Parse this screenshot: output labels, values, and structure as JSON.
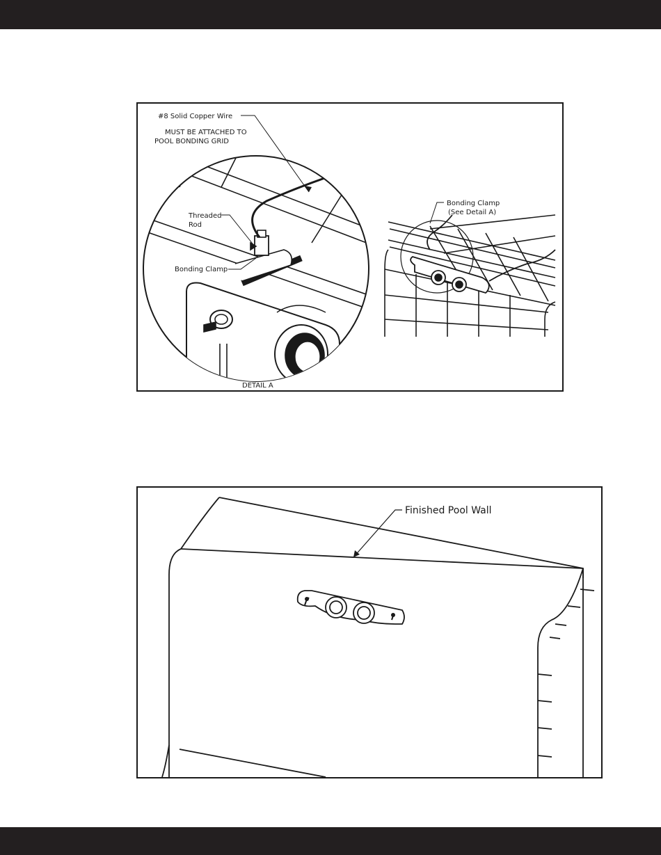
{
  "figure1": {
    "wire_label": "#8 Solid Copper Wire",
    "wire_note_line1": "MUST BE ATTACHED TO",
    "wire_note_line2": "POOL BONDING GRID",
    "threaded_line1": "Threaded",
    "threaded_line2": "Rod",
    "bonding_clamp_label": "Bonding Clamp",
    "clamp_ref_line1": "Bonding Clamp",
    "clamp_ref_line2": "(See Detail A)",
    "detail_label": "DETAIL A"
  },
  "figure2": {
    "wall_label": "Finished Pool Wall"
  },
  "colors": {
    "bars": "#231f20",
    "ink": "#1a1a1a"
  }
}
